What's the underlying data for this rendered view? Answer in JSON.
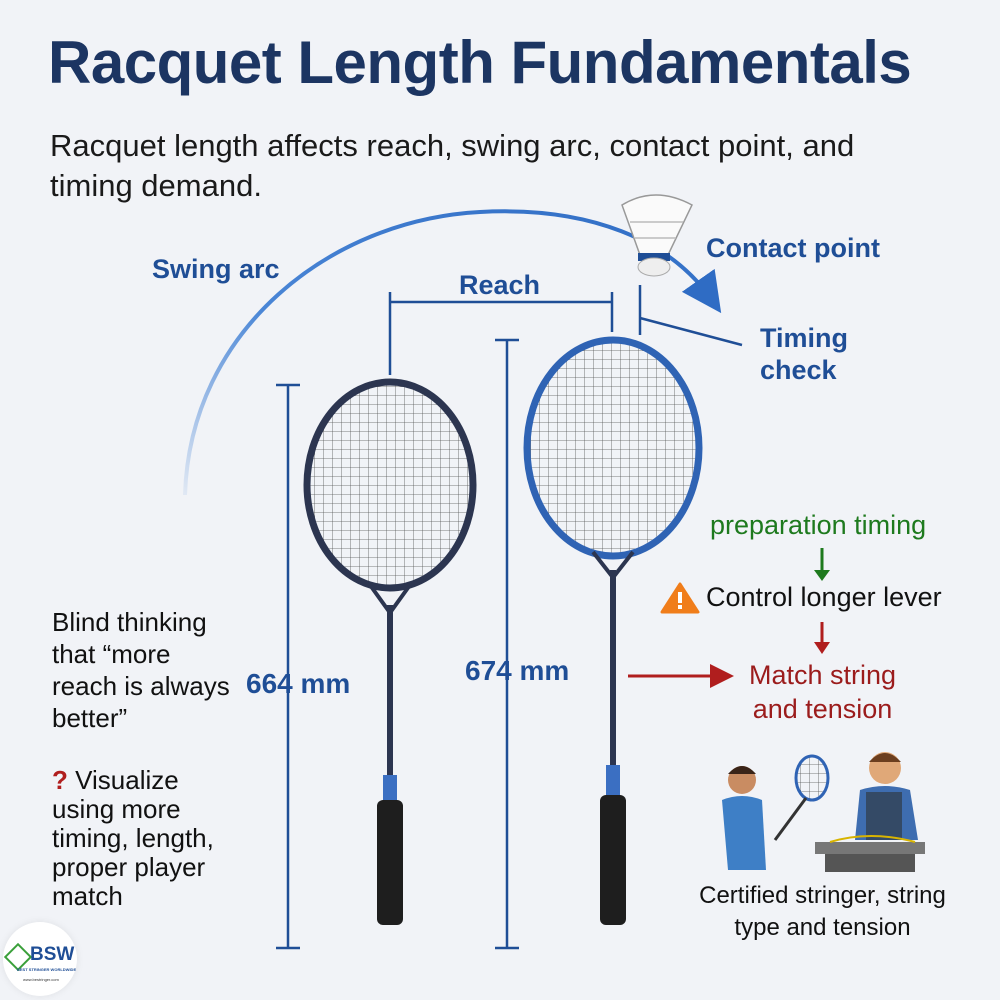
{
  "title": "Racquet Length Fundamentals",
  "subtitle": "Racquet length affects reach, swing arc, contact point, and timing demand.",
  "labels": {
    "swing_arc": "Swing arc",
    "reach": "Reach",
    "contact_point": "Contact point",
    "timing_check": "Timing check",
    "length_short": "664 mm",
    "length_long": "674 mm"
  },
  "left_notes": {
    "myth": "Blind thinking that “more reach is always better”",
    "question_icon": "question-mark-icon",
    "visualize": "Visualize using more timing, length, proper player match"
  },
  "flow": {
    "step1": "preparation timing",
    "step2": "Control longer lever",
    "step2_icon": "warning-triangle-icon",
    "step3": "Match string and tension"
  },
  "stringer_caption": "Certified stringer, string type and tension",
  "logo": {
    "text": "BSW",
    "tagline": "BEST STRINGER WORLDWIDE",
    "url": "www.bestringer.com"
  },
  "colors": {
    "title": "#1c3562",
    "accent_blue": "#1f4e96",
    "green": "#1e7a1e",
    "red": "#9b1c1c",
    "warning": "#f07d1a"
  }
}
